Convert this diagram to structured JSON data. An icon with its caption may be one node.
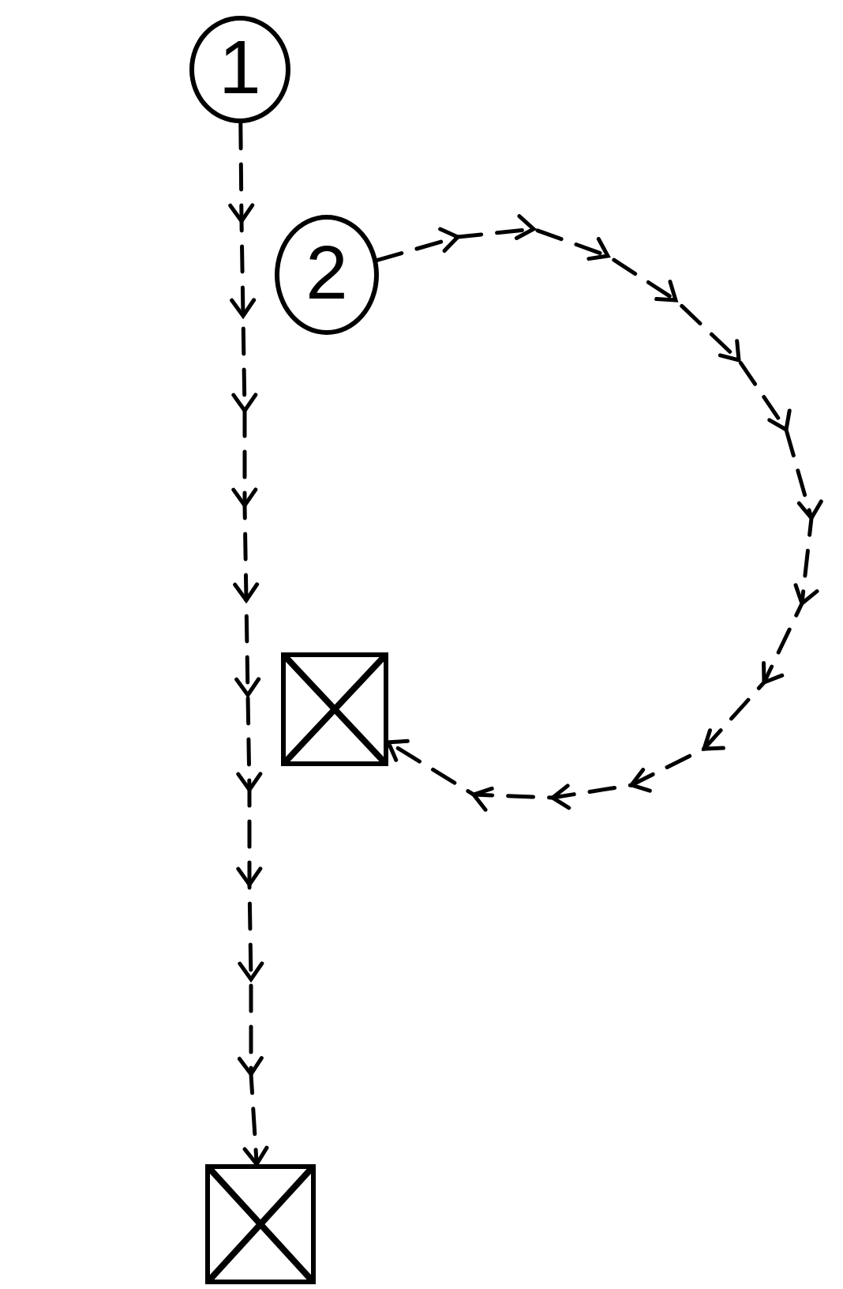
{
  "diagram": {
    "nodes": [
      {
        "text": [
          "1"
        ]
      },
      {
        "text": [
          "2"
        ]
      },
      {
        "text": [],
        "shape": "box"
      },
      {
        "text": [],
        "shape": "box"
      }
    ],
    "edges": [
      {
        "from": 0,
        "to": 3,
        "arrow": "to",
        "style": "dashed"
      },
      {
        "from": 1,
        "to": 2,
        "arrow": "to",
        "style": "dashed"
      }
    ]
  }
}
